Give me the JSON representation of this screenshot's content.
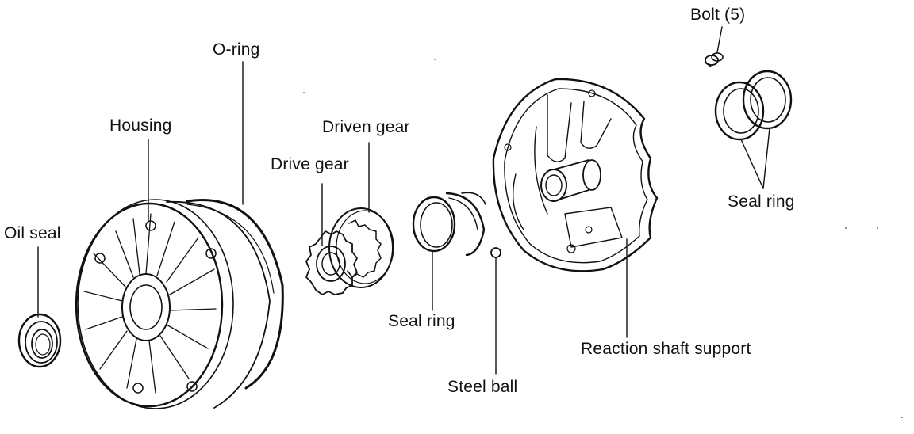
{
  "labels": {
    "bolt": "Bolt (5)",
    "o_ring": "O-ring",
    "housing": "Housing",
    "driven_gear": "Driven gear",
    "drive_gear": "Drive gear",
    "oil_seal": "Oil seal",
    "seal_ring_left": "Seal ring",
    "steel_ball": "Steel ball",
    "reaction_shaft_support": "Reaction shaft support",
    "seal_ring_right": "Seal ring"
  }
}
